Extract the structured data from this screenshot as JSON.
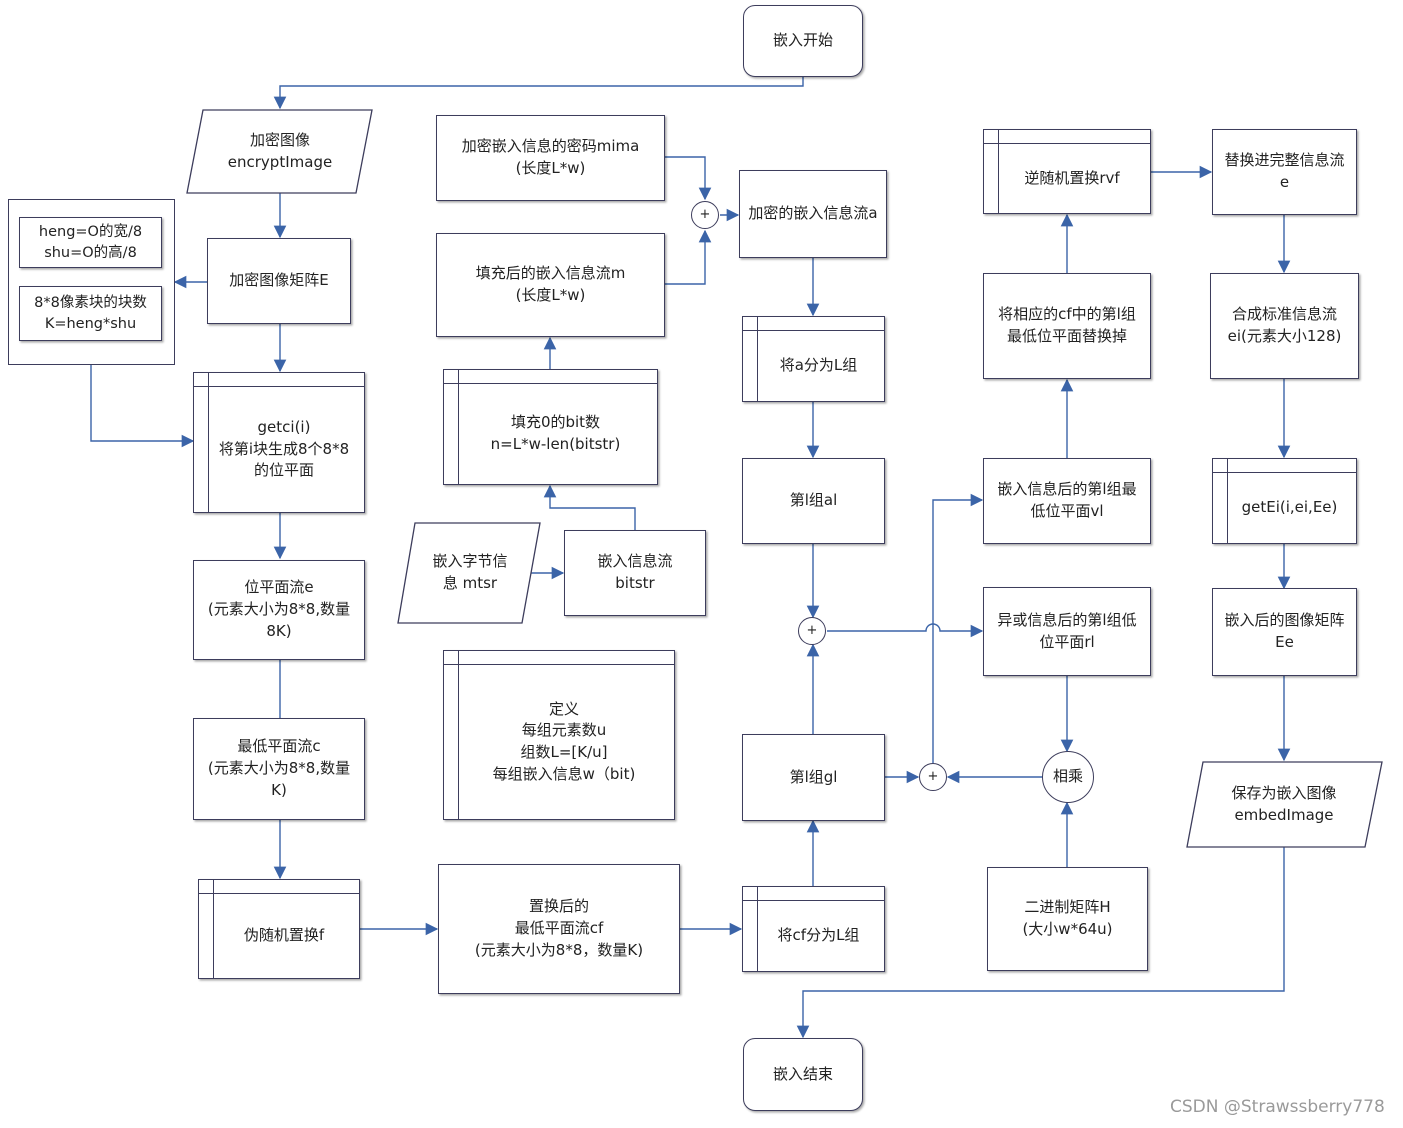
{
  "nodes": {
    "start": "嵌入开始",
    "encrypt_image": "加密图像\nencryptImage",
    "matrix_e": "加密图像矩阵E",
    "heng_shu": "heng=O的宽/8\nshu=O的高/8",
    "block_count": "8*8像素块的块数\nK=heng*shu",
    "getci": "getci(i)\n将第i块生成8个8*8\n的位平面",
    "bitplane_stream": "位平面流e\n(元素大小为8*8,数量\n8K)",
    "lowest_plane": "最低平面流c\n(元素大小为8*8,数量\nK)",
    "pseudo_perm": "伪随机置换f",
    "permuted_cf": "置换后的\n最低平面流cf\n(元素大小为8*8，数量K)",
    "key_mima": "加密嵌入信息的密码mima\n(长度L*w)",
    "padded_m": "填充后的嵌入信息流m\n(长度L*w)",
    "pad_bits": "填充0的bit数\nn=L*w-len(bitstr)",
    "mtsr": "嵌入字节信\n息 mtsr",
    "bitstr": "嵌入信息流\nbitstr",
    "define": "定义\n每组元素数u\n组数L=[K/u]\n每组嵌入信息w（bit)",
    "enc_stream_a": "加密的嵌入信息流a",
    "split_a": "将a分为L组",
    "group_al": "第l组al",
    "group_gl": "第l组gl",
    "split_cf": "将cf分为L组",
    "lowbit_vl": "嵌入信息后的第l组最\n低位平面vl",
    "xor_rl": "异或信息后的第l组低\n位平面rl",
    "multiply": "相乘",
    "binary_h": "二进制矩阵H\n(大小w*64u)",
    "replace_cf": "将相应的cf中的第l组\n最低位平面替换掉",
    "inverse_rvf": "逆随机置换rvf",
    "replace_stream": "替换进完整信息流\ne",
    "standard_ei": "合成标准信息流\nei(元素大小128)",
    "getEi": "getEi(i,ei,Ee)",
    "embedded_matrix": "嵌入后的图像矩阵\nEe",
    "save_image": "保存为嵌入图像\nembedImage",
    "end": "嵌入结束",
    "plus1": "+",
    "plus2": "+",
    "plus3": "+"
  },
  "watermark": "CSDN @Strawssberry778",
  "colors": {
    "arrow": "#3b64a8",
    "border": "#3d3d5c"
  }
}
